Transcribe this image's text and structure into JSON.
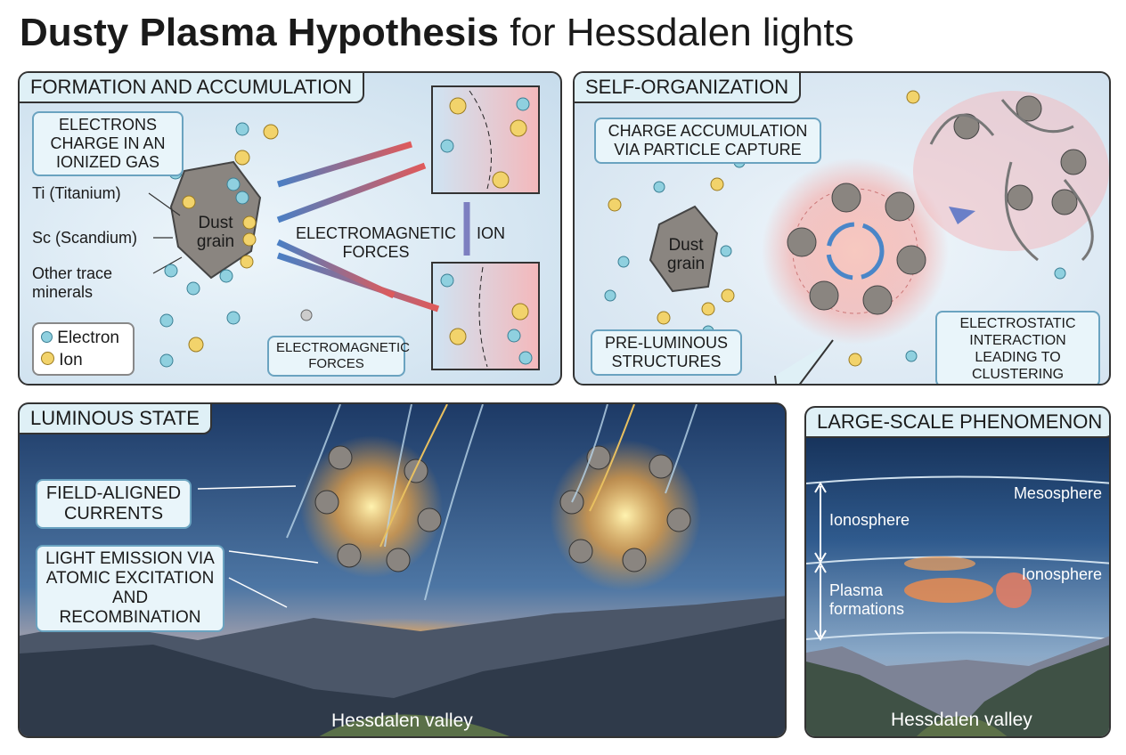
{
  "title": {
    "bold": "Dusty Plasma Hypothesis",
    "rest": " for Hessdalen lights"
  },
  "panel1": {
    "title": "FORMATION AND ACCUMULATION",
    "callout": "ELECTRONS CHARGE IN AN IONIZED GAS",
    "labels": [
      "Ti (Titanium)",
      "Sc (Scandium)",
      "Other trace minerals"
    ],
    "grain": "Dust grain",
    "forces": "ELECTROMAGNETIC FORCES",
    "ion": "ION",
    "forces_callout": "ELECTROMAGNETIC FORCES",
    "legend": [
      {
        "label": "Electron",
        "color": "#8fd0df"
      },
      {
        "label": "Ion",
        "color": "#f2d36b"
      }
    ]
  },
  "panel2": {
    "title": "SELF-ORGANIZATION",
    "callout": "CHARGE ACCUMULATION VIA PARTICLE CAPTURE",
    "grain": "Dust grain",
    "pre": "PRE-LUMINOUS STRUCTURES",
    "electro": "ELECTROSTATIC INTERACTION LEADING TO CLUSTERING"
  },
  "panel3": {
    "title": "LUMINOUS STATE",
    "currents": "FIELD-ALIGNED CURRENTS",
    "emission": "LIGHT EMISSION VIA ATOMIC EXCITATION AND RECOMBINATION",
    "valley": "Hessdalen valley"
  },
  "panel4": {
    "title": "LARGE-SCALE PHENOMENON",
    "mesosphere": "Mesosphere",
    "ionosphere_left": "Ionosphere",
    "ionosphere_right": "Ionosphere",
    "plasma": "Plasma formations",
    "valley": "Hessdalen valley"
  }
}
